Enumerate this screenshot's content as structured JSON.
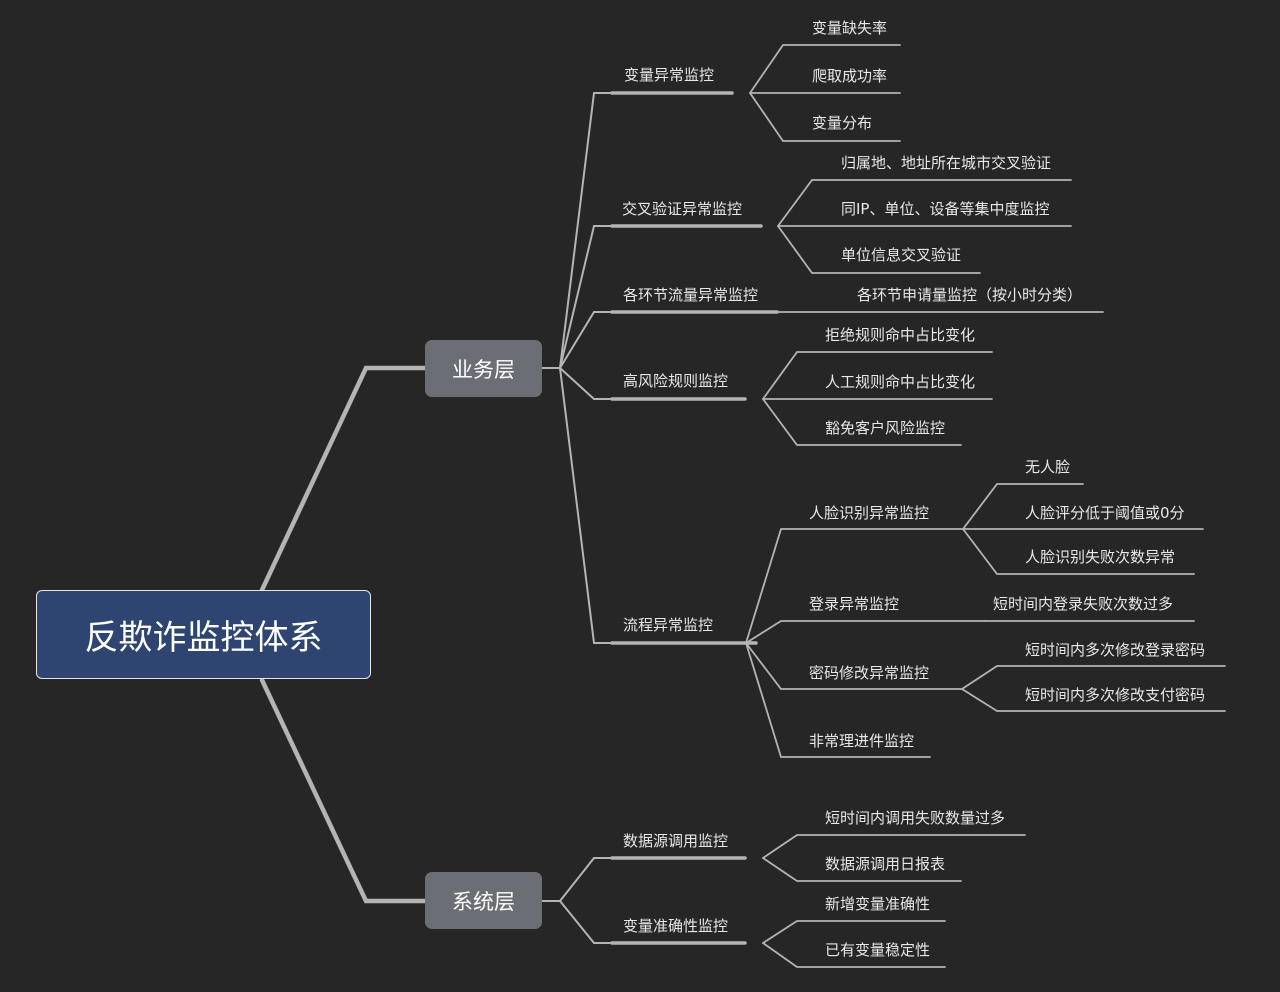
{
  "root": {
    "label": "反欺诈监控体系"
  },
  "layers": [
    {
      "label": "业务层",
      "groups": [
        {
          "label": "变量异常监控",
          "items": [
            "变量缺失率",
            "爬取成功率",
            "变量分布"
          ]
        },
        {
          "label": "交叉验证异常监控",
          "items": [
            "归属地、地址所在城市交叉验证",
            "同IP、单位、设备等集中度监控",
            "单位信息交叉验证"
          ]
        },
        {
          "label": "各环节流量异常监控",
          "items": [
            "各环节申请量监控（按小时分类）"
          ]
        },
        {
          "label": "高风险规则监控",
          "items": [
            "拒绝规则命中占比变化",
            "人工规则命中占比变化",
            "豁免客户风险监控"
          ]
        },
        {
          "label": "流程异常监控",
          "subgroups": [
            {
              "label": "人脸识别异常监控",
              "items": [
                "无人脸",
                "人脸评分低于阈值或0分",
                "人脸识别失败次数异常"
              ]
            },
            {
              "label": "登录异常监控",
              "items": [
                "短时间内登录失败次数过多"
              ]
            },
            {
              "label": "密码修改异常监控",
              "items": [
                "短时间内多次修改登录密码",
                "短时间内多次修改支付密码"
              ]
            },
            {
              "label": "非常理进件监控",
              "items": []
            }
          ]
        }
      ]
    },
    {
      "label": "系统层",
      "groups": [
        {
          "label": "数据源调用监控",
          "items": [
            "短时间内调用失败数量过多",
            "数据源调用日报表"
          ]
        },
        {
          "label": "变量准确性监控",
          "items": [
            "新增变量准确性",
            "已有变量稳定性"
          ]
        }
      ]
    }
  ],
  "colors": {
    "background": "#262626",
    "line": "#b4b4b4",
    "root_fill": "#2e4571",
    "layer_fill": "#6b6e75",
    "text": "#e8e8e8"
  }
}
